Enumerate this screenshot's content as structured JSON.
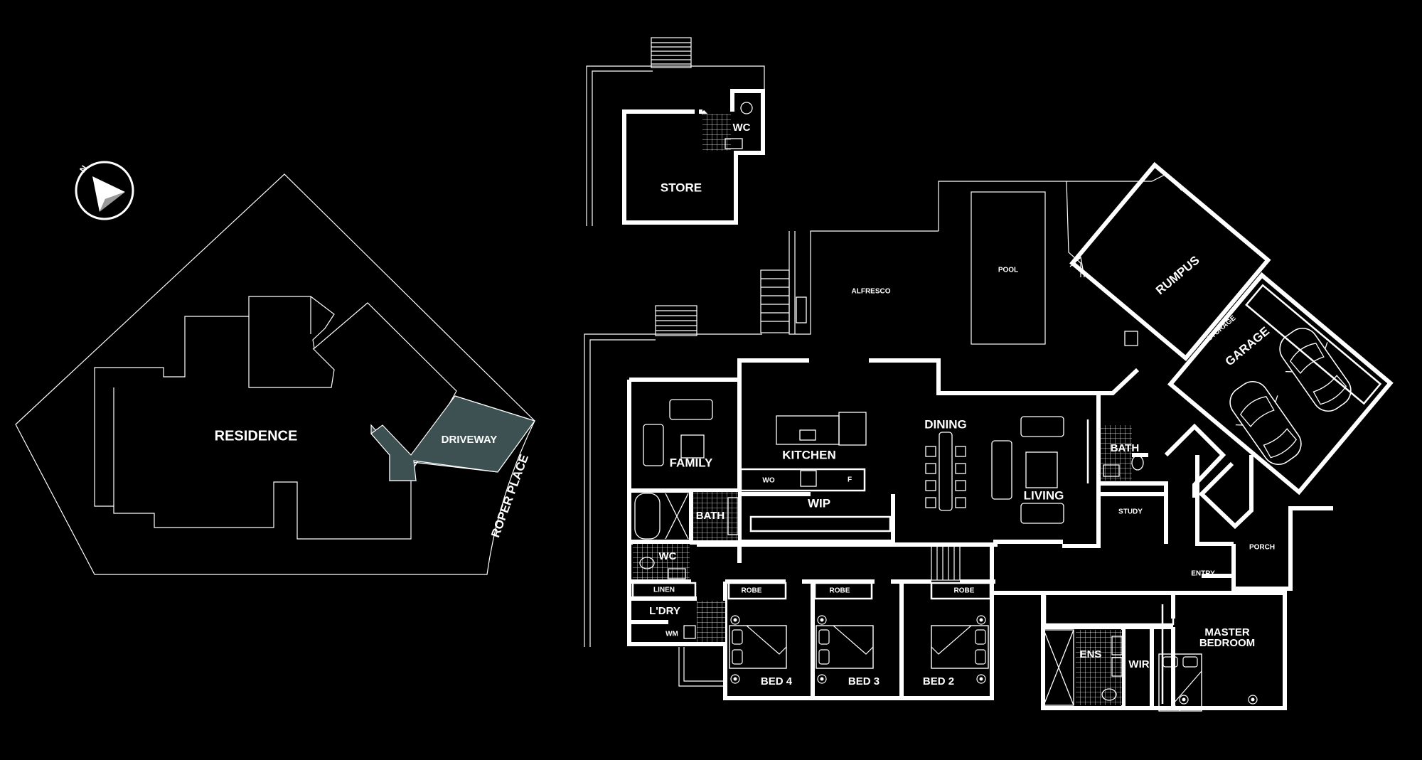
{
  "colors": {
    "background": "#000000",
    "lines": "#ffffff",
    "driveway": "#3d5152"
  },
  "icons": {
    "compass": "north-arrow-icon"
  },
  "compass": {
    "label": "N"
  },
  "site": {
    "residence": "RESIDENCE",
    "driveway": "DRIVEWAY",
    "street": "ROPER PLACE"
  },
  "rooms": {
    "store": "STORE",
    "wc_top": "WC",
    "alfresco": "ALFRESCO",
    "pool": "POOL",
    "rumpus": "RUMPUS",
    "storage": "STORAGE",
    "garage": "GARAGE",
    "family": "FAMILY",
    "kitchen": "KITCHEN",
    "wo": "WO",
    "f": "F",
    "wip": "WIP",
    "dining": "DINING",
    "living": "LIVING",
    "bath_east": "BATH",
    "study": "STUDY",
    "porch": "PORCH",
    "entry": "ENTRY",
    "bath_west": "BATH",
    "wc_west": "WC",
    "linen": "LINEN",
    "ldry": "L'DRY",
    "wm": "WM",
    "robe_4": "ROBE",
    "robe_3": "ROBE",
    "robe_2": "ROBE",
    "bed4": "BED 4",
    "bed3": "BED 3",
    "bed2": "BED 2",
    "ens": "ENS",
    "wir": "WIR",
    "master_1": "MASTER",
    "master_2": "BEDROOM"
  }
}
